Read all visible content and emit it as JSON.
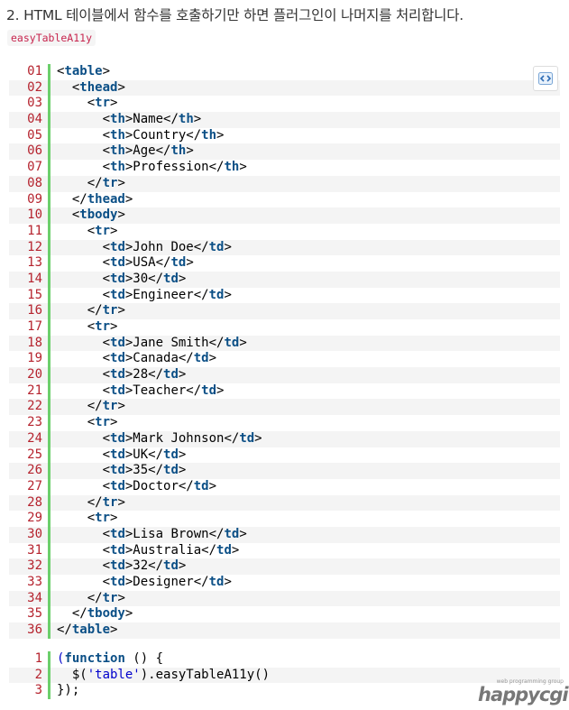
{
  "heading": "2. HTML 테이블에서 함수를 호출하기만 하면 플러그인이 나머지를 처리합니다.",
  "plugin_tag": "easyTableA11y",
  "html_block": {
    "lines": [
      [
        "<",
        "@table",
        ">"
      ],
      [
        "  <",
        "@thead",
        ">"
      ],
      [
        "    <",
        "@tr",
        ">"
      ],
      [
        "      <",
        "@th",
        ">Name</",
        "@th",
        ">"
      ],
      [
        "      <",
        "@th",
        ">Country</",
        "@th",
        ">"
      ],
      [
        "      <",
        "@th",
        ">Age</",
        "@th",
        ">"
      ],
      [
        "      <",
        "@th",
        ">Profession</",
        "@th",
        ">"
      ],
      [
        "    </",
        "@tr",
        ">"
      ],
      [
        "  </",
        "@thead",
        ">"
      ],
      [
        "  <",
        "@tbody",
        ">"
      ],
      [
        "    <",
        "@tr",
        ">"
      ],
      [
        "      <",
        "@td",
        ">John Doe</",
        "@td",
        ">"
      ],
      [
        "      <",
        "@td",
        ">USA</",
        "@td",
        ">"
      ],
      [
        "      <",
        "@td",
        ">30</",
        "@td",
        ">"
      ],
      [
        "      <",
        "@td",
        ">Engineer</",
        "@td",
        ">"
      ],
      [
        "    </",
        "@tr",
        ">"
      ],
      [
        "    <",
        "@tr",
        ">"
      ],
      [
        "      <",
        "@td",
        ">Jane Smith</",
        "@td",
        ">"
      ],
      [
        "      <",
        "@td",
        ">Canada</",
        "@td",
        ">"
      ],
      [
        "      <",
        "@td",
        ">28</",
        "@td",
        ">"
      ],
      [
        "      <",
        "@td",
        ">Teacher</",
        "@td",
        ">"
      ],
      [
        "    </",
        "@tr",
        ">"
      ],
      [
        "    <",
        "@tr",
        ">"
      ],
      [
        "      <",
        "@td",
        ">Mark Johnson</",
        "@td",
        ">"
      ],
      [
        "      <",
        "@td",
        ">UK</",
        "@td",
        ">"
      ],
      [
        "      <",
        "@td",
        ">35</",
        "@td",
        ">"
      ],
      [
        "      <",
        "@td",
        ">Doctor</",
        "@td",
        ">"
      ],
      [
        "    </",
        "@tr",
        ">"
      ],
      [
        "    <",
        "@tr",
        ">"
      ],
      [
        "      <",
        "@td",
        ">Lisa Brown</",
        "@td",
        ">"
      ],
      [
        "      <",
        "@td",
        ">Australia</",
        "@td",
        ">"
      ],
      [
        "      <",
        "@td",
        ">32</",
        "@td",
        ">"
      ],
      [
        "      <",
        "@td",
        ">Designer</",
        "@td",
        ">"
      ],
      [
        "    </",
        "@tr",
        ">"
      ],
      [
        "  </",
        "@tbody",
        ">"
      ],
      [
        "</",
        "@table",
        ">"
      ]
    ],
    "line_numbers": [
      "01",
      "02",
      "03",
      "04",
      "05",
      "06",
      "07",
      "08",
      "09",
      "10",
      "11",
      "12",
      "13",
      "14",
      "15",
      "16",
      "17",
      "18",
      "19",
      "20",
      "21",
      "22",
      "23",
      "24",
      "25",
      "26",
      "27",
      "28",
      "29",
      "30",
      "31",
      "32",
      "33",
      "34",
      "35",
      "36"
    ]
  },
  "js_block": {
    "lines": [
      [
        "$(",
        "@function",
        " () {"
      ],
      [
        "  $(",
        "$'table'",
        ").easyTableA11y()"
      ],
      [
        "});"
      ]
    ],
    "line_numbers": [
      "1",
      "2",
      "3"
    ]
  },
  "view_source_icon": "view-source-icon",
  "watermark": {
    "small": "web programming group",
    "big": "happycgi"
  },
  "colors": {
    "line_number": "#b5232e",
    "keyword": "#0b4f86",
    "string": "#0000cc",
    "gutter_bar": "#6ccf6c",
    "stripe": "#f4f4f4",
    "tag_text": "#c7254e"
  }
}
